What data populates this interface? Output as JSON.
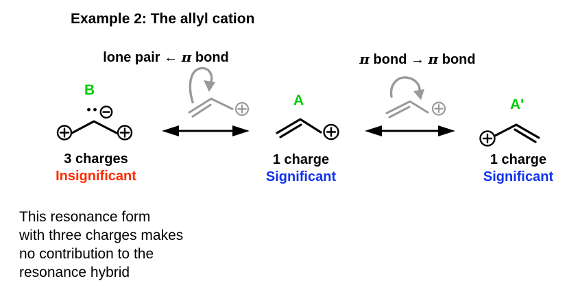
{
  "title": "Example 2: The allyl cation",
  "mechanism_labels": {
    "left": {
      "pre": "lone pair ← ",
      "pi": "π",
      "post": " bond"
    },
    "right": {
      "pi1": "π",
      "mid": " bond → ",
      "pi2": "π",
      "post": " bond"
    }
  },
  "structures": [
    {
      "label": "B",
      "charges": "3 charges",
      "significance": "Insignificant"
    },
    {
      "label": "A",
      "charges": "1 charge",
      "significance": "Significant"
    },
    {
      "label": "A'",
      "charges": "1 charge",
      "significance": "Significant"
    }
  ],
  "annotation_note": [
    "This resonance form",
    "with three charges makes",
    "no contribution to the",
    "resonance hybrid"
  ],
  "icons": {
    "plus_charge": "⊕",
    "minus_charge": "⊖",
    "lone_pair": "••",
    "resonance_arrow": "↔",
    "curly_arrow": "electron-pushing curved arrow"
  },
  "colors": {
    "ink_black": "#000000",
    "ghost_structure_gray": "#999999",
    "structure_label_green": "#00cc00",
    "insignificant_red": "#ff2b00",
    "significant_blue": "#1133ee"
  }
}
